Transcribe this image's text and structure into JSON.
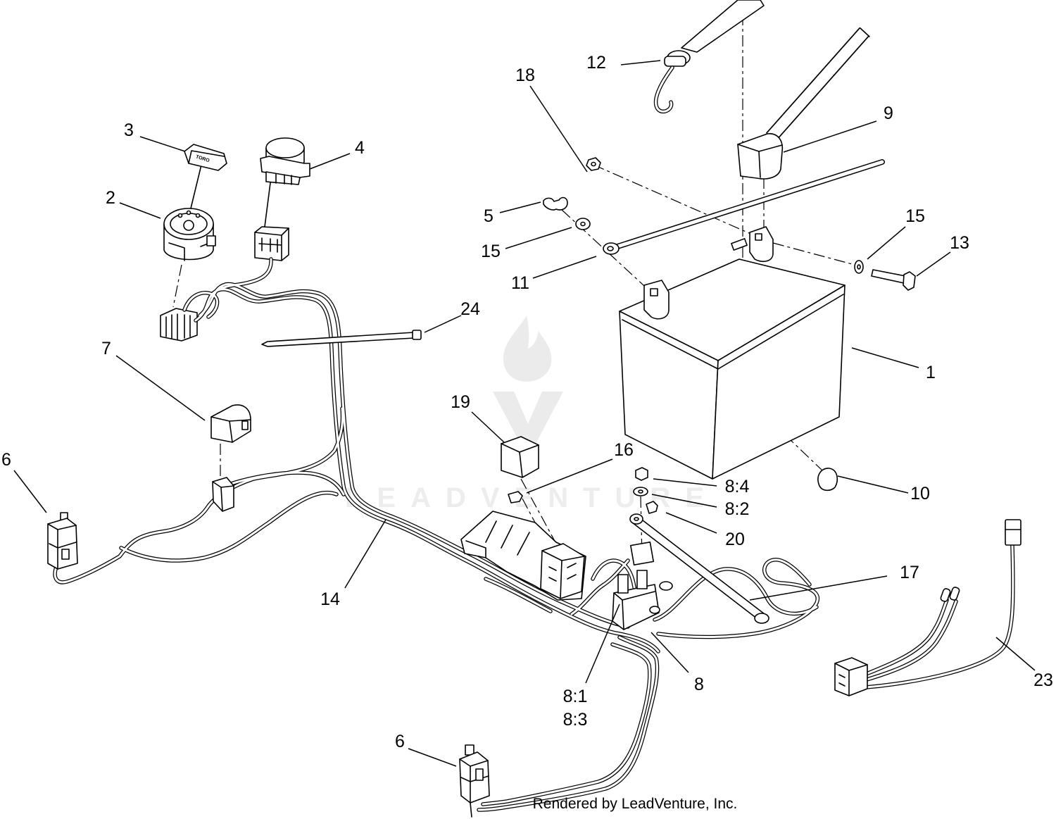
{
  "callouts": [
    {
      "label": "12"
    },
    {
      "label": "18"
    },
    {
      "label": "9"
    },
    {
      "label": "3"
    },
    {
      "label": "4"
    },
    {
      "label": "2"
    },
    {
      "label": "5"
    },
    {
      "label": "15"
    },
    {
      "label": "13"
    },
    {
      "label": "15"
    },
    {
      "label": "11"
    },
    {
      "label": "24"
    },
    {
      "label": "7"
    },
    {
      "label": "1"
    },
    {
      "label": "19"
    },
    {
      "label": "16"
    },
    {
      "label": "6"
    },
    {
      "label": "8:4"
    },
    {
      "label": "10"
    },
    {
      "label": "8:2"
    },
    {
      "label": "20"
    },
    {
      "label": "17"
    },
    {
      "label": "14"
    },
    {
      "label": "8"
    },
    {
      "label": "23"
    },
    {
      "label": "8:1"
    },
    {
      "label": "8:3"
    },
    {
      "label": "6"
    }
  ],
  "key_label": "TORO",
  "watermark": "LEADVENTURE",
  "footer": "Rendered by LeadVenture, Inc.",
  "colors": {
    "line": "#000000",
    "background": "#ffffff",
    "watermark": "#ebebeb"
  }
}
